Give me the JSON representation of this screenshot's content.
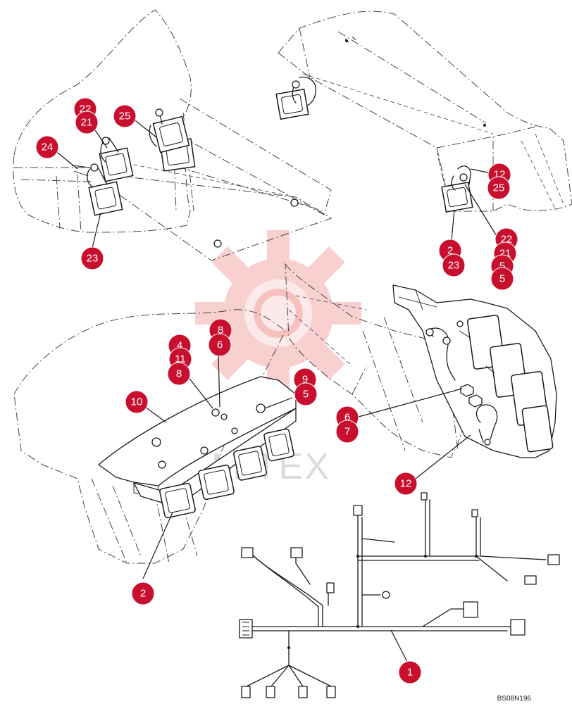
{
  "figure": {
    "reference_code": "BS08N196",
    "watermark_text": "MITEX"
  },
  "callouts": {
    "top_left": [
      "22",
      "21",
      "25",
      "24",
      "23"
    ],
    "top_right": [
      "12",
      "25",
      "22",
      "2",
      "21",
      "23",
      "5",
      "5"
    ],
    "middle": [
      "8",
      "6",
      "4",
      "11",
      "8",
      "10",
      "9",
      "5",
      "6",
      "7",
      "12",
      "2"
    ],
    "harness": [
      "1"
    ]
  },
  "colors": {
    "callout_fill": "#c8102e",
    "callout_text": "#ffffff",
    "linework": "#1a1a1a",
    "watermark": "#e8302e"
  }
}
